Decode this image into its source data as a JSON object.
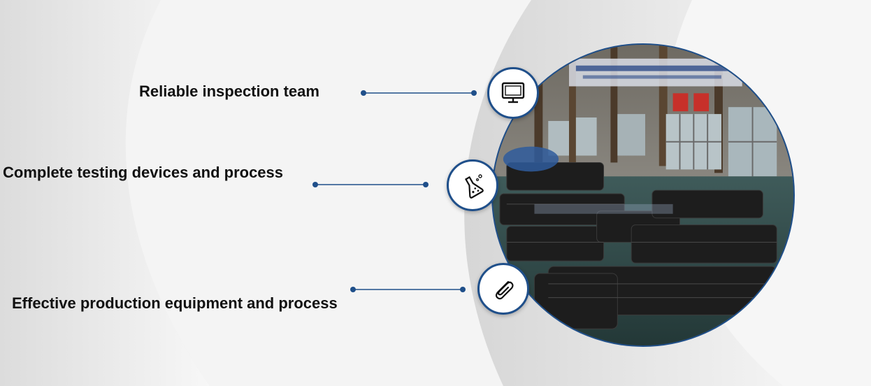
{
  "features": [
    {
      "label": "Reliable inspection team",
      "icon": "monitor-icon"
    },
    {
      "label": "Complete testing devices and process",
      "icon": "flask-icon"
    },
    {
      "label": "Effective production equipment and process",
      "icon": "paperclip-icon"
    }
  ],
  "colors": {
    "accent": "#1f4f8a",
    "text": "#111111",
    "background": "#ececec"
  }
}
